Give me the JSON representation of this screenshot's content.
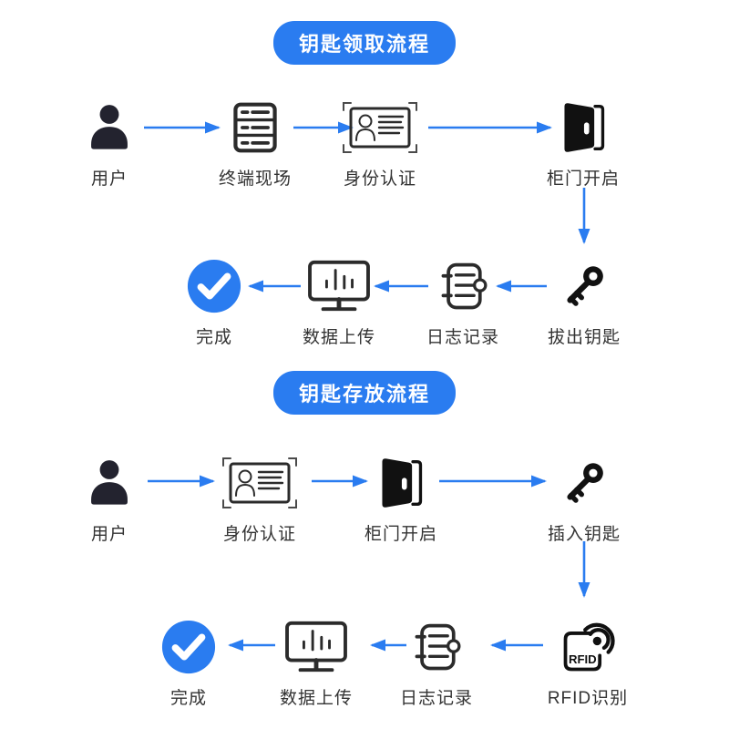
{
  "colors": {
    "accent_blue": "#2a7cf0",
    "icon_dark_fill": "#23232f",
    "icon_stroke": "#2b2b2b",
    "label_text": "#333333",
    "badge_text": "#ffffff",
    "background": "#ffffff"
  },
  "flow1": {
    "title": "钥匙领取流程",
    "row1": [
      {
        "label": "用户",
        "icon": "user-icon"
      },
      {
        "label": "终端现场",
        "icon": "terminal-icon"
      },
      {
        "label": "身份认证",
        "icon": "id-card-icon"
      },
      {
        "label": "柜门开启",
        "icon": "cabinet-door-icon"
      }
    ],
    "row2": [
      {
        "label": "完成",
        "icon": "check-circle-icon"
      },
      {
        "label": "数据上传",
        "icon": "monitor-upload-icon"
      },
      {
        "label": "日志记录",
        "icon": "log-record-icon"
      },
      {
        "label": "拔出钥匙",
        "icon": "key-icon"
      }
    ]
  },
  "flow2": {
    "title": "钥匙存放流程",
    "row1": [
      {
        "label": "用户",
        "icon": "user-icon"
      },
      {
        "label": "身份认证",
        "icon": "id-card-icon"
      },
      {
        "label": "柜门开启",
        "icon": "cabinet-door-icon"
      },
      {
        "label": "插入钥匙",
        "icon": "key-icon"
      }
    ],
    "row2": [
      {
        "label": "完成",
        "icon": "check-circle-icon"
      },
      {
        "label": "数据上传",
        "icon": "monitor-upload-icon"
      },
      {
        "label": "日志记录",
        "icon": "log-record-icon"
      },
      {
        "label": "RFID识别",
        "icon": "rfid-icon",
        "icon_text": "RFID"
      }
    ]
  }
}
